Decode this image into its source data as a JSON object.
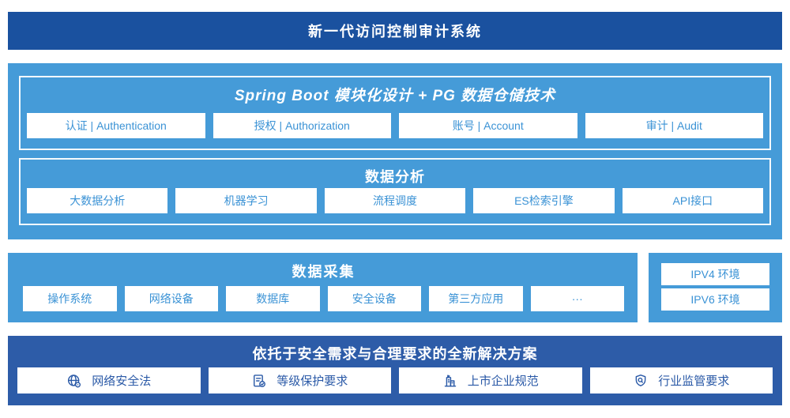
{
  "banner": {
    "title": "新一代访问控制审计系统"
  },
  "platform": {
    "modules": {
      "title": "Spring Boot 模块化设计 + PG 数据仓储技术",
      "items": [
        "认证 | Authentication",
        "授权 | Authorization",
        "账号 | Account",
        "审计 | Audit"
      ]
    },
    "analysis": {
      "title": "数据分析",
      "items": [
        "大数据分析",
        "机器学习",
        "流程调度",
        "ES检索引擎",
        "API接口"
      ]
    }
  },
  "collection": {
    "title": "数据采集",
    "items": [
      "操作系统",
      "网络设备",
      "数据库",
      "安全设备",
      "第三方应用",
      "···"
    ]
  },
  "environments": {
    "items": [
      "IPV4 环境",
      "IPV6 环境"
    ]
  },
  "solution": {
    "title": "依托于安全需求与合理要求的全新解决方案",
    "items": [
      {
        "icon": "globe-lock-icon",
        "label": "网络安全法"
      },
      {
        "icon": "document-check-icon",
        "label": "等级保护要求"
      },
      {
        "icon": "building-icon",
        "label": "上市企业规范"
      },
      {
        "icon": "shield-search-icon",
        "label": "行业监管要求"
      }
    ]
  },
  "colors": {
    "banner_bg": "#1A519F",
    "section_bg": "#459BD8",
    "solution_bg": "#2D5CA8",
    "button_bg": "#FFFFFF",
    "button_text": "#3A92D5",
    "solution_button_text": "#2B5AA7",
    "title_text": "#FFFFFF"
  }
}
